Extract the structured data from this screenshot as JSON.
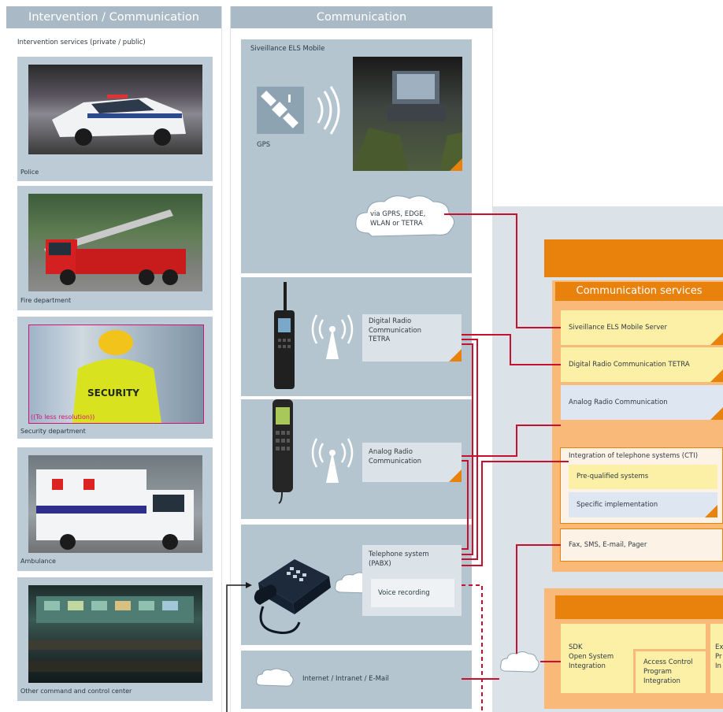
{
  "left_column": {
    "header": "Intervention / Communication",
    "subtitle": "Intervention services (private / public)",
    "services": [
      {
        "label": "Police"
      },
      {
        "label": "Fire department"
      },
      {
        "label": "Security department",
        "overlay": "((To less resolution))"
      },
      {
        "label": "Ambulance"
      },
      {
        "label": "Other command and control center"
      }
    ]
  },
  "mid_column": {
    "header": "Communication",
    "mobile_title": "Siveillance ELS Mobile",
    "gps_label": "GPS",
    "cloud_text": [
      "via GPRS, EDGE,",
      "WLAN or TETRA"
    ],
    "digital_radio": [
      "Digital Radio",
      "Communication",
      "TETRA"
    ],
    "analog_radio": [
      "Analog Radio",
      "Communication"
    ],
    "telephone": [
      "Telephone system",
      "(PABX)"
    ],
    "voice_recording": "Voice recording",
    "internet": "Internet / Intranet / E-Mail"
  },
  "right_column": {
    "comm_services_header": "Communication services",
    "items": {
      "els_mobile_server": "Siveillance ELS Mobile Server",
      "digital_radio_tetra": "Digital Radio Communication TETRA",
      "analog_radio": "Analog Radio Communication",
      "cti_title": "Integration of telephone systems (CTI)",
      "prequalified": "Pre-qualified systems",
      "specific": "Specific implementation",
      "fax": "Fax, SMS, E-mail, Pager"
    },
    "sdk": [
      "SDK",
      "Open System",
      "Integration"
    ],
    "access_control": [
      "Access Control",
      "Program",
      "Integration"
    ],
    "ext_partial": [
      "Ex",
      "Pr",
      "In"
    ]
  },
  "colors": {
    "header_gray": "#a9bac6",
    "card_gray": "#bccbd5",
    "orange": "#e8820c",
    "light_orange": "#f9b978",
    "red_line": "#c8102e",
    "yellow": "#fbf0a6",
    "light_blue": "#dde6f1"
  }
}
